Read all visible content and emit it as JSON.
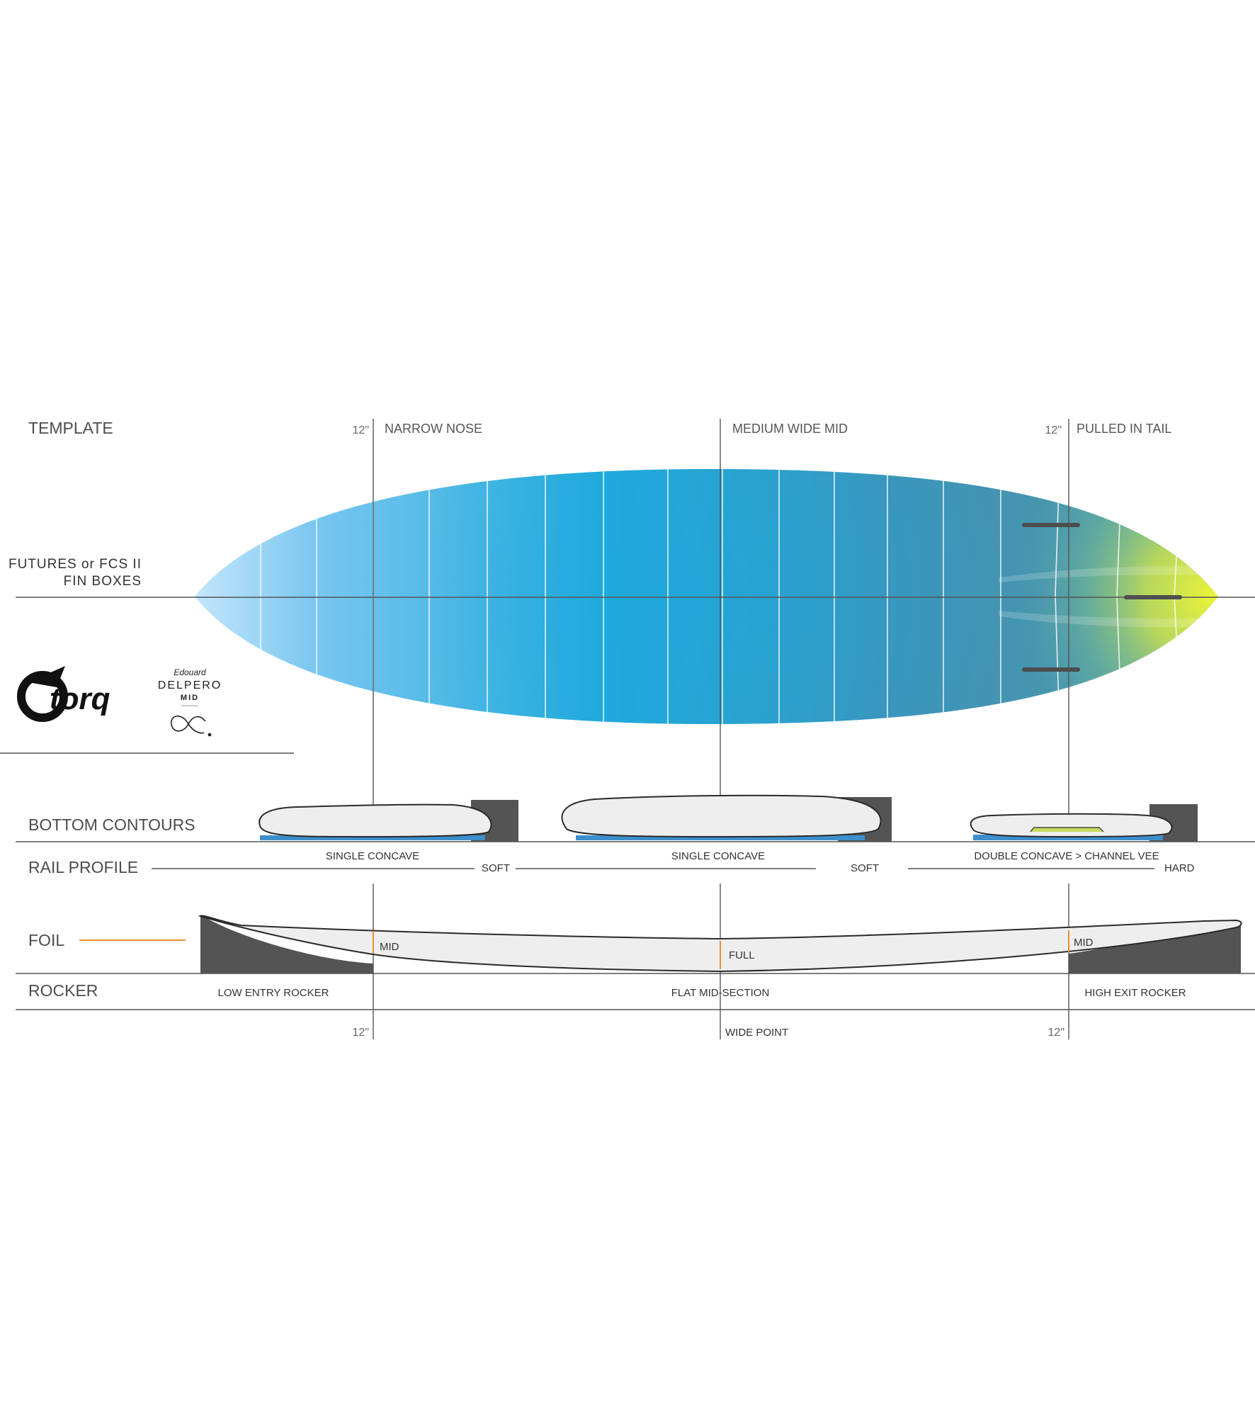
{
  "sections": {
    "template": "TEMPLATE",
    "fin_boxes": [
      "FUTURES or FCS II",
      "FIN BOXES"
    ],
    "bottom_contours": "BOTTOM  CONTOURS",
    "rail_profile": "RAIL PROFILE",
    "foil": "FOIL",
    "rocker": "ROCKER"
  },
  "template": {
    "nose_measure": "12\"",
    "nose": "NARROW NOSE",
    "mid": "MEDIUM WIDE MID",
    "tail_measure": "12\"",
    "tail": "PULLED IN TAIL"
  },
  "bottom_contours": {
    "nose": "SINGLE CONCAVE",
    "mid": "SINGLE CONCAVE",
    "tail": "DOUBLE CONCAVE > CHANNEL VEE"
  },
  "rail_profile": {
    "nose": "SOFT",
    "mid": "SOFT",
    "tail": "HARD"
  },
  "foil": {
    "nose": "MID",
    "mid": "FULL",
    "tail": "MID"
  },
  "rocker": {
    "entry": "LOW ENTRY ROCKER",
    "mid": "FLAT MID-SECTION",
    "exit": "HIGH EXIT ROCKER"
  },
  "bottom_axis": {
    "nose": "12\"",
    "wide_point": "WIDE POINT",
    "tail": "12\""
  },
  "logos": {
    "brand": "torq",
    "shaper_name": "Edouard",
    "model_name": "DELPERO",
    "model_type": "MID"
  },
  "colors": {
    "deck_nose": "#a8dcf8",
    "deck_mid": "#22acdc",
    "deck_tail": "#3f8eb0",
    "tail_glow": "#e6f23c",
    "panel_dark": "#545454",
    "accent_orange": "#e8902f",
    "rail_blue": "#3d8fcc"
  }
}
